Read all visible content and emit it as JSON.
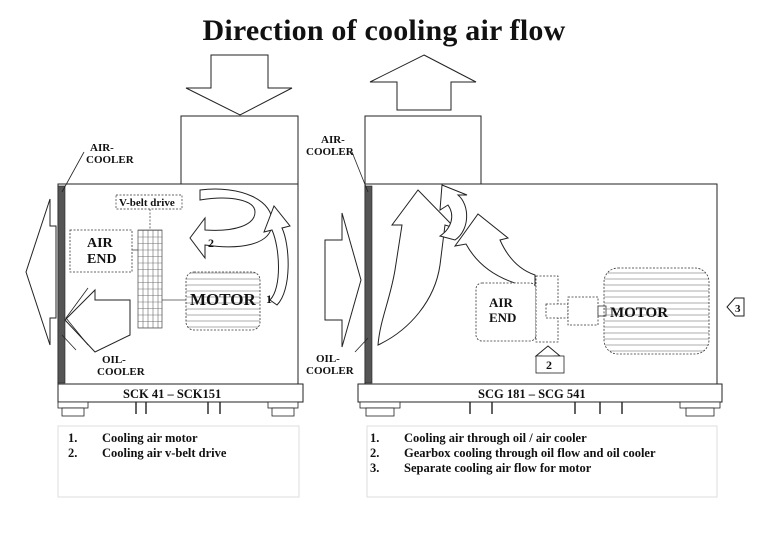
{
  "title": "Direction of cooling air flow",
  "left_unit": {
    "air_cooler_label_1": "AIR-",
    "air_cooler_label_2": "COOLER",
    "vbelt_label": "V-belt drive",
    "air_end_1": "AIR",
    "air_end_2": "END",
    "motor_label": "MOTOR",
    "flow_1": "1",
    "flow_2": "2",
    "oil_cooler_label_1": "OIL-",
    "oil_cooler_label_2": "COOLER",
    "model_range": "SCK 41 – SCK151",
    "legend": [
      {
        "num": "1.",
        "text": "Cooling air motor"
      },
      {
        "num": "2.",
        "text": "Cooling air v-belt drive"
      }
    ]
  },
  "right_unit": {
    "air_cooler_label_1": "AIR-",
    "air_cooler_label_2": "COOLER",
    "air_end_1": "AIR",
    "air_end_2": "END",
    "motor_label": "MOTOR",
    "flow_2": "2",
    "flow_3": "3",
    "oil_cooler_label_1": "OIL-",
    "oil_cooler_label_2": "COOLER",
    "model_range": "SCG 181 – SCG 541",
    "legend": [
      {
        "num": "1.",
        "text": "Cooling air through oil / air cooler"
      },
      {
        "num": "2.",
        "text": "Gearbox cooling through oil flow and oil cooler"
      },
      {
        "num": "3.",
        "text": "Separate cooling air flow for motor"
      }
    ]
  }
}
